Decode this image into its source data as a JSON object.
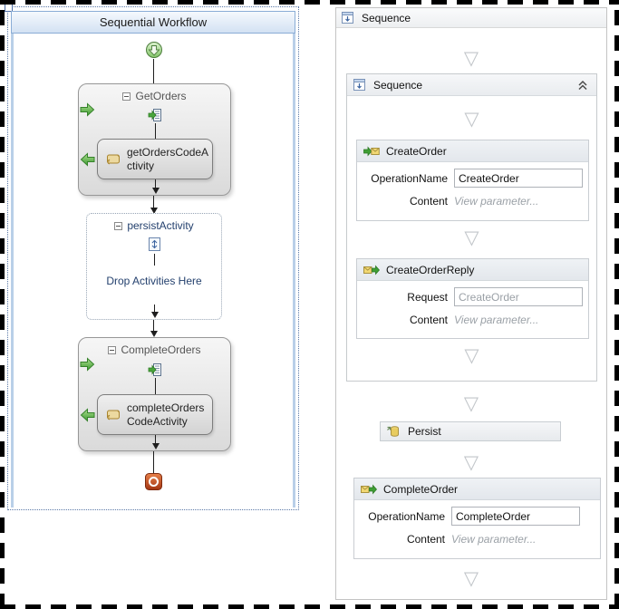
{
  "left_panel": {
    "title": "Sequential Workflow",
    "get_orders": {
      "name": "GetOrders",
      "child_name": "getOrdersCodeActivity"
    },
    "persist_activity": {
      "name": "persistActivity",
      "drop_hint": "Drop Activities Here"
    },
    "complete_orders": {
      "name": "CompleteOrders",
      "child_name": "completeOrdersCodeActivity"
    }
  },
  "right_panel": {
    "root_sequence": {
      "title": "Sequence"
    },
    "inner_sequence": {
      "title": "Sequence"
    },
    "create_order": {
      "title": "CreateOrder",
      "operation_label": "OperationName",
      "operation_value": "CreateOrder",
      "content_label": "Content",
      "content_value": "View parameter..."
    },
    "create_order_reply": {
      "title": "CreateOrderReply",
      "request_label": "Request",
      "request_value": "CreateOrder",
      "content_label": "Content",
      "content_value": "View parameter..."
    },
    "persist": {
      "title": "Persist"
    },
    "complete_order": {
      "title": "CompleteOrder",
      "operation_label": "OperationName",
      "operation_value": "CompleteOrder",
      "content_label": "Content",
      "content_value": "View parameter..."
    }
  },
  "icons": {
    "drop_target_glyph": "▽",
    "start": "green-circle-down-arrow",
    "end": "red-square-ring",
    "collapse": "squared-minus",
    "sequence": "blue-sequence-box",
    "receive": "green-arrow-into-envelope",
    "send_reply": "envelope-green-arrow-out",
    "persist": "database-cylinder",
    "code_activity": "parchment-scroll"
  },
  "colors": {
    "title_bar_border": "#8aadd6",
    "designer_edge_blue": "#b9cfe8",
    "navy_text": "#24416e",
    "green_arrow": "#3c9a30",
    "end_red": "#a23512",
    "drop_triangle": "#c2c6ca",
    "gray_link": "#9ba1a7"
  }
}
